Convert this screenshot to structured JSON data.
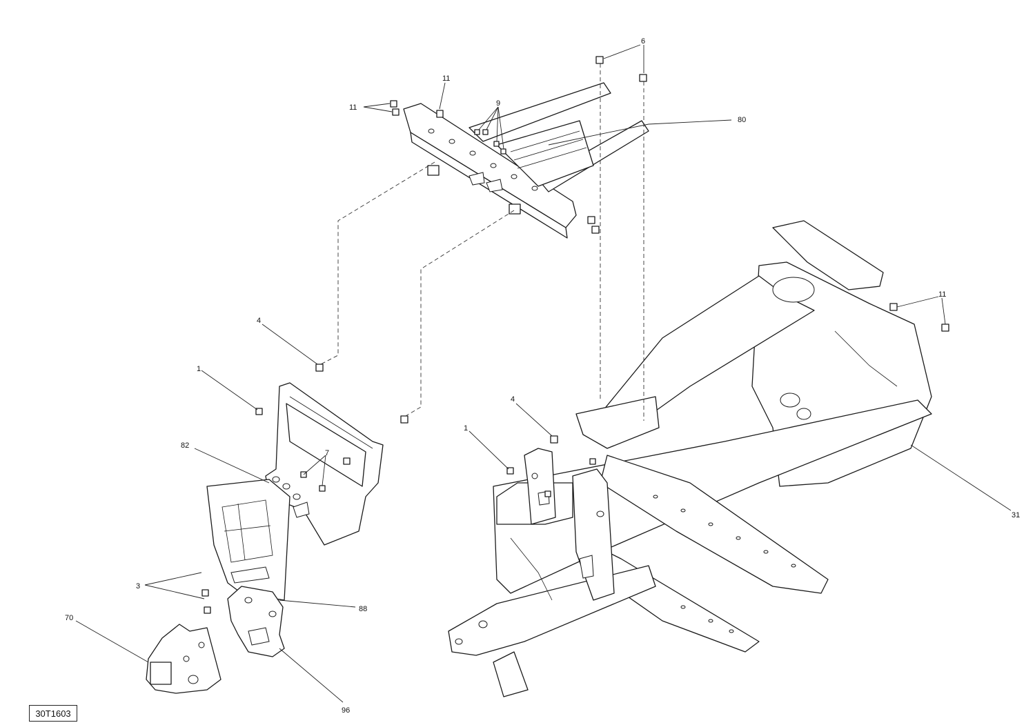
{
  "diagram": {
    "reference_code": "30T1603",
    "callouts": [
      {
        "id": "c6",
        "label": "6"
      },
      {
        "id": "c11a",
        "label": "11"
      },
      {
        "id": "c11b",
        "label": "11"
      },
      {
        "id": "c9",
        "label": "9"
      },
      {
        "id": "c80",
        "label": "80"
      },
      {
        "id": "c4a",
        "label": "4"
      },
      {
        "id": "c1a",
        "label": "1"
      },
      {
        "id": "c82",
        "label": "82"
      },
      {
        "id": "c7",
        "label": "7"
      },
      {
        "id": "c3",
        "label": "3"
      },
      {
        "id": "c88",
        "label": "88"
      },
      {
        "id": "c70",
        "label": "70"
      },
      {
        "id": "c96",
        "label": "96"
      },
      {
        "id": "c4b",
        "label": "4"
      },
      {
        "id": "c1b",
        "label": "1"
      },
      {
        "id": "c11c",
        "label": "11"
      },
      {
        "id": "c31",
        "label": "31"
      }
    ]
  }
}
